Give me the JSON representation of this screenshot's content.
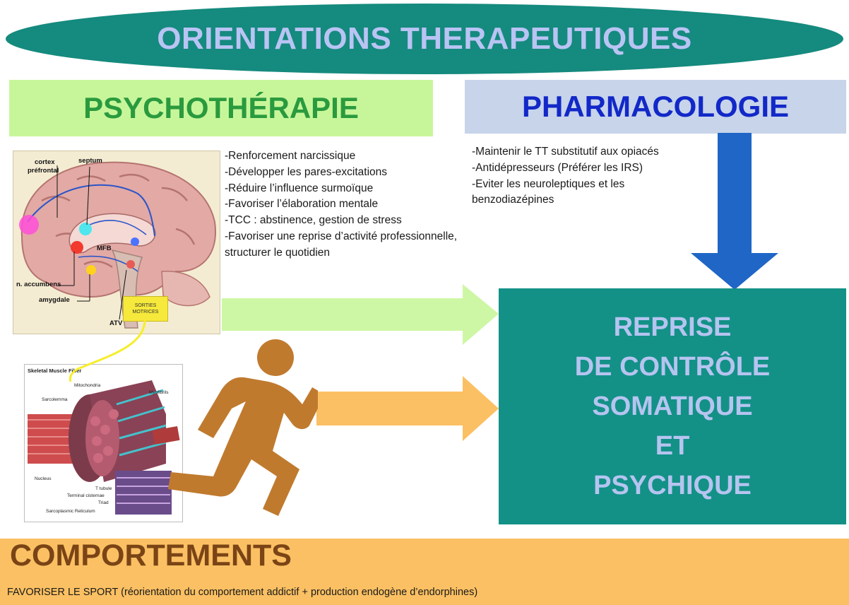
{
  "title": "ORIENTATIONS THERAPEUTIQUES",
  "psychotherapie": {
    "heading": "PSYCHOTHÉRAPIE",
    "items": [
      "-Renforcement narcissique",
      "-Développer les pares-excitations",
      "-Réduire l’influence surmoïque",
      "-Favoriser l’élaboration mentale",
      "-TCC : abstinence, gestion de stress",
      "-Favoriser une reprise d’activité professionnelle,",
      "structurer le quotidien"
    ]
  },
  "pharmacologie": {
    "heading": "PHARMACOLOGIE",
    "items": [
      "-Maintenir le TT substitutif aux opiacés",
      "-Antidépresseurs (Préférer les IRS)",
      "-Eviter les neuroleptiques et les",
      "benzodiazépines"
    ]
  },
  "brain": {
    "labels": {
      "cortex": "cortex",
      "prefrontal": "préfrontal",
      "septum": "septum",
      "mfb": "MFB",
      "accumbens": "n. accumbens",
      "amygdale": "amygdale",
      "atv": "ATV"
    },
    "sorties": [
      "SORTIES",
      "MOTRICES"
    ]
  },
  "muscle": {
    "title": "Skeletal Muscle Fiber",
    "labels": {
      "mitochondria": "Mitochondria",
      "myofibrils": "Myofibrils",
      "sarcolemma": "Sarcolemma",
      "nucleus": "Nucleus",
      "t_tubule": "T tubule",
      "terminal_cisternae": "Terminal cisternae",
      "triad": "Triad",
      "sarcoplasmic_reticulum": "Sarcoplasmic Reticulum"
    }
  },
  "result": {
    "lines": [
      "REPRISE",
      "DE CONTRÔLE",
      "SOMATIQUE",
      "ET",
      "PSYCHIQUE"
    ]
  },
  "comportements": {
    "heading": "COMPORTEMENTS",
    "text": "FAVORISER LE SPORT (réorientation du comportement addictif + production endogène d’endorphines)"
  },
  "colors": {
    "title_bg": "#158a7e",
    "title_text": "#b9c4f4",
    "psy_bg": "#c7f69a",
    "psy_text": "#2a9a3e",
    "pharma_bg": "#c7d4ea",
    "pharma_text": "#1228c8",
    "result_bg": "#139187",
    "result_text": "#b6c4f0",
    "comport_bg": "#fbc063",
    "comport_text": "#7a4416",
    "arrow_green": "#cdf7a4",
    "arrow_orange": "#fbc063",
    "arrow_blue": "#1f66c6",
    "runner": "#c07a2e"
  },
  "icons": [
    "running-person-icon",
    "arrow-right-icon",
    "arrow-down-icon"
  ]
}
